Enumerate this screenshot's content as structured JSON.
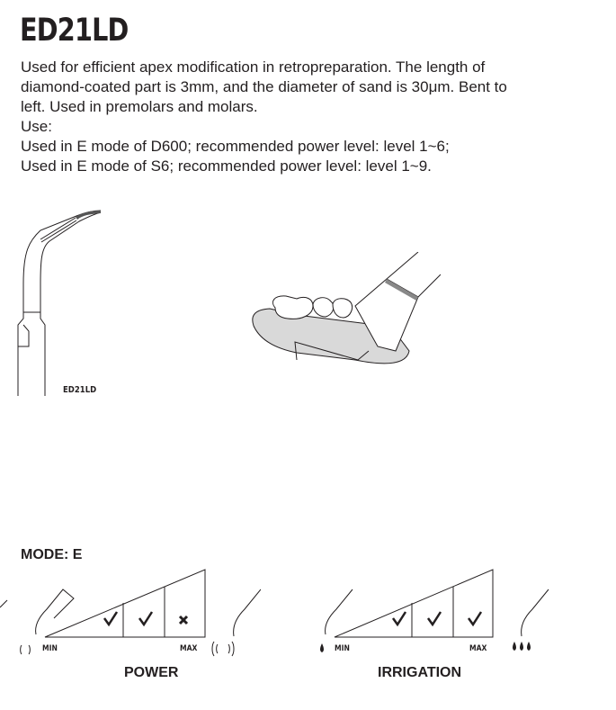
{
  "product": {
    "title": "ED21LD",
    "description": [
      "Used for efficient apex modification in retropreparation. The length of",
      "diamond-coated part is 3mm, and the diameter of sand is 30μm. Bent to",
      "left. Used in premolars and molars.",
      "Use:",
      "Used in E mode of D600; recommended power level: level 1~6;",
      "Used in E mode of S6; recommended power level: level 1~9."
    ],
    "tip_label": "ED21LD"
  },
  "mode": {
    "label": "MODE: E",
    "power": {
      "caption": "POWER",
      "min_label": "MIN",
      "max_label": "MAX",
      "levels": [
        "check",
        "check",
        "cross"
      ]
    },
    "irrigation": {
      "caption": "IRRIGATION",
      "min_label": "MIN",
      "max_label": "MAX",
      "levels": [
        "check",
        "check",
        "check"
      ]
    }
  }
}
